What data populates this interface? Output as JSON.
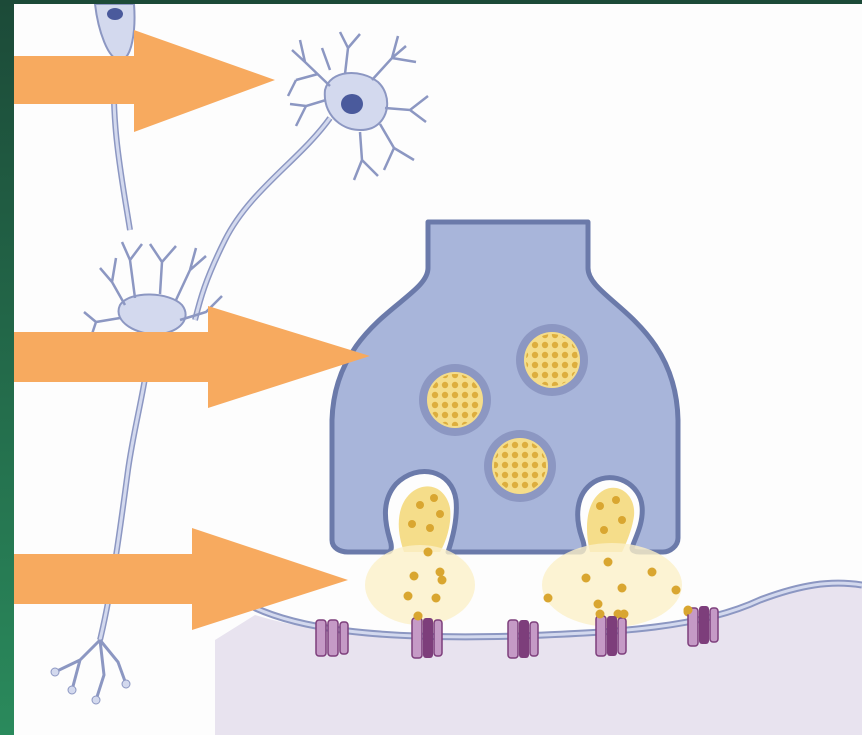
{
  "colors": {
    "frame_green_top": "#1c4a38",
    "frame_green_bottom": "#2a8a5c",
    "background": "#fdfdfd",
    "neuron_fill": "#d3d9ee",
    "neuron_stroke": "#8c97c2",
    "nucleus": "#4a5a9c",
    "terminal_fill": "#a8b5da",
    "terminal_stroke": "#6b7aaa",
    "vesicle_fill": "#f5dd8a",
    "vesicle_dot": "#d9a630",
    "receptor_fill": "#c59ac6",
    "receptor_dark": "#7d3e7b",
    "postsynaptic_fill": "#e8e3ef",
    "arrow": "#f7aa5f"
  },
  "arrows": [
    {
      "points_to": "neuron-cell-body"
    },
    {
      "points_to": "axon-terminal"
    },
    {
      "points_to": "synaptic-cleft"
    }
  ],
  "icons": [
    "neuron-icon",
    "axon-terminal-icon",
    "synaptic-vesicle-icon",
    "neurotransmitter-icon",
    "receptor-icon",
    "arrow-icon"
  ]
}
